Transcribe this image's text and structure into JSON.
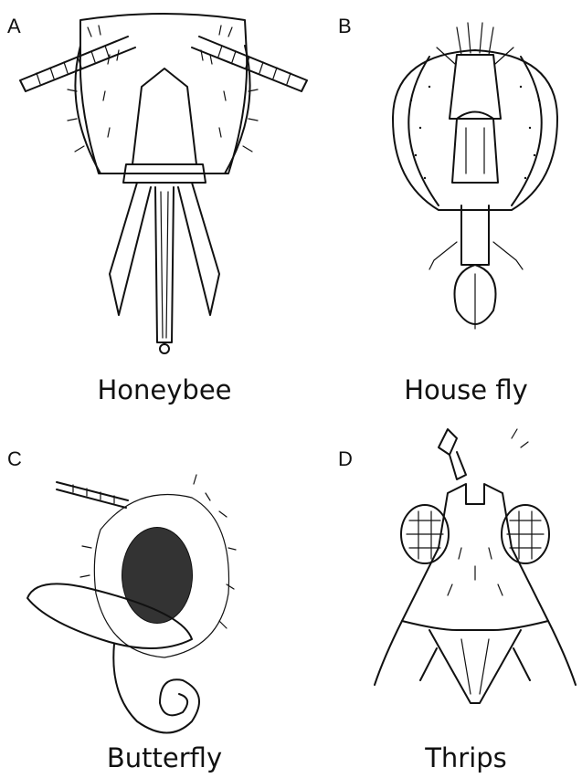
{
  "panels": [
    {
      "letter": "A",
      "caption": "Honeybee"
    },
    {
      "letter": "B",
      "caption": "House fly"
    },
    {
      "letter": "C",
      "caption": "Butterfly"
    },
    {
      "letter": "D",
      "caption": "Thrips"
    }
  ]
}
